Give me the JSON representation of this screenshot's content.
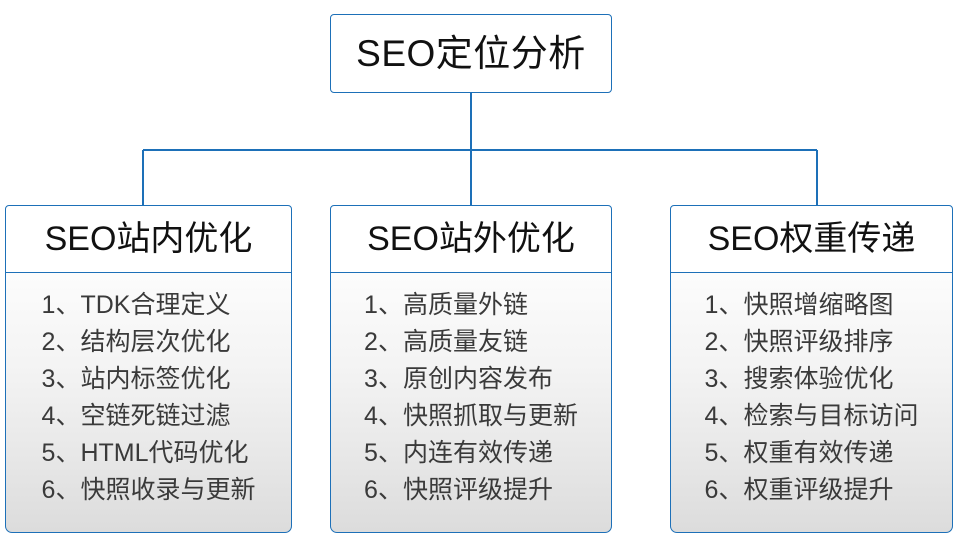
{
  "diagram": {
    "type": "org-tree",
    "root": {
      "title": "SEO定位分析"
    },
    "branches": [
      {
        "id": "seo-onsite",
        "title": "SEO站内优化",
        "items": [
          {
            "index": "1",
            "sep": "、",
            "text": "TDK合理定义"
          },
          {
            "index": "2",
            "sep": "、",
            "text": "结构层次优化"
          },
          {
            "index": "3",
            "sep": "、",
            "text": "站内标签优化"
          },
          {
            "index": "4",
            "sep": "、",
            "text": "空链死链过滤"
          },
          {
            "index": "5",
            "sep": "、",
            "text": "HTML代码优化"
          },
          {
            "index": "6",
            "sep": "、",
            "text": "快照收录与更新"
          }
        ]
      },
      {
        "id": "seo-offsite",
        "title": "SEO站外优化",
        "items": [
          {
            "index": "1",
            "sep": "、",
            "text": "高质量外链"
          },
          {
            "index": "2",
            "sep": "、",
            "text": "高质量友链"
          },
          {
            "index": "3",
            "sep": "、",
            "text": "原创内容发布"
          },
          {
            "index": "4",
            "sep": "、",
            "text": "快照抓取与更新"
          },
          {
            "index": "5",
            "sep": "、",
            "text": "内连有效传递"
          },
          {
            "index": "6",
            "sep": "、",
            "text": "快照评级提升"
          }
        ]
      },
      {
        "id": "seo-weight",
        "title": "SEO权重传递",
        "items": [
          {
            "index": "1",
            "sep": "、",
            "text": "快照增缩略图"
          },
          {
            "index": "2",
            "sep": "、",
            "text": "快照评级排序"
          },
          {
            "index": "3",
            "sep": "、",
            "text": "搜索体验优化"
          },
          {
            "index": "4",
            "sep": "、",
            "text": "检索与目标访问"
          },
          {
            "index": "5",
            "sep": "、",
            "text": "权重有效传递"
          },
          {
            "index": "6",
            "sep": "、",
            "text": "权重评级提升"
          }
        ]
      }
    ],
    "colors": {
      "border": "#1d70b8",
      "connector": "#1d70b8",
      "node_fill": "#ffffff",
      "body_fill_top": "#fcfcfc",
      "body_fill_bottom": "#dcdcdc",
      "title_text": "#111111",
      "item_text": "#3a3a3a",
      "background": "#ffffff"
    }
  }
}
